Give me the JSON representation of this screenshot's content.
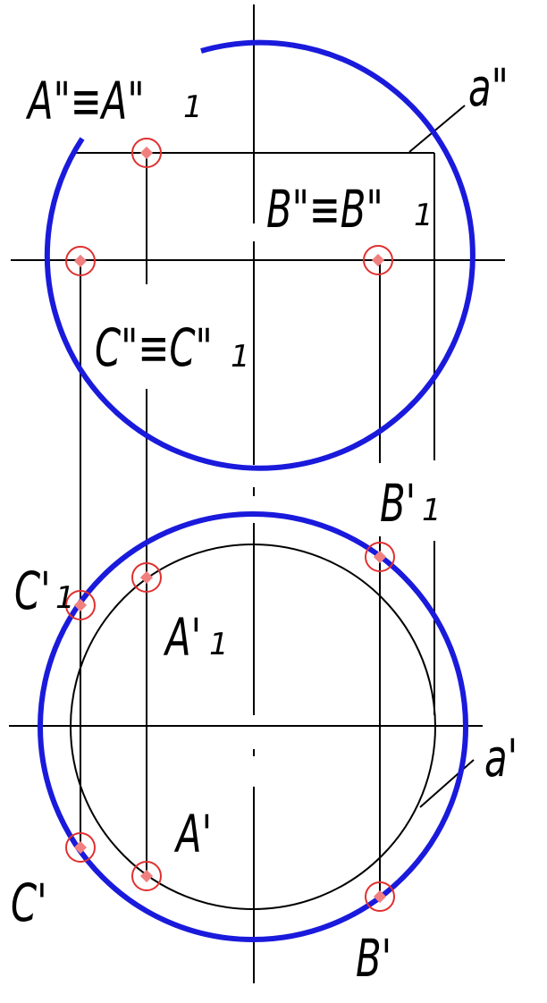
{
  "labels": {
    "a_front": "A\"≡A\"",
    "a_front_sub": "1",
    "b_front": "B\"≡B\"",
    "b_front_sub": "1",
    "c_front": "C\"≡C\"",
    "c_front_sub": "1",
    "b1_top": "B'",
    "b1_top_sub": "1",
    "c1_top": "C'",
    "c1_top_sub": "1",
    "a1_top": "A'",
    "a1_top_sub": "1",
    "a_top": "A'",
    "c_top": "C'",
    "b_top": "B'",
    "line_a_front": "a\"",
    "line_a_top": "a'"
  },
  "colors": {
    "sphere_outline": "#1a1adc",
    "point_marker": "#e03030",
    "point_fill": "#f08080",
    "construction_line": "#000000"
  }
}
